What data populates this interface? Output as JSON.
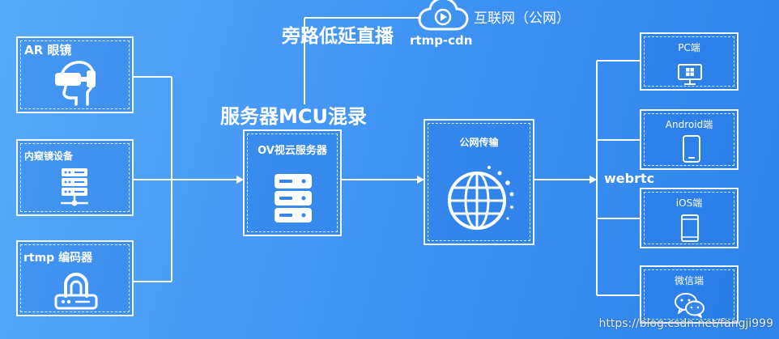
{
  "colors": {
    "background_start": "#58aafa",
    "background_mid": "#3f93f3",
    "background_end": "#2f84ec",
    "line": "#ffffff"
  },
  "sources": [
    {
      "label": "AR 眼镜",
      "icon": "ar-headset-icon"
    },
    {
      "label": "内窥镜设备",
      "icon": "server-rack-icon"
    },
    {
      "label": "rtmp 编码器",
      "icon": "encoder-router-icon"
    }
  ],
  "mcu": {
    "caption": "服务器MCU混录",
    "label": "OV视云服务器",
    "icon": "server-icon"
  },
  "bypass": {
    "caption": "旁路低延直播",
    "cloud_label": "互联网（公网）",
    "cloud_sublabel": "rtmp-cdn",
    "icon": "cloud-play-icon"
  },
  "transport": {
    "label": "公网传输",
    "icon": "globe-icon"
  },
  "protocol_label": "webrtc",
  "clients": [
    {
      "label": "PC端",
      "icon": "windows-monitor-icon"
    },
    {
      "label": "Android端",
      "icon": "android-phone-icon"
    },
    {
      "label": "iOS端",
      "icon": "iphone-icon"
    },
    {
      "label": "微信端",
      "icon": "wechat-icon"
    }
  ],
  "watermark": "https://blog.csdn.net/fangji999"
}
